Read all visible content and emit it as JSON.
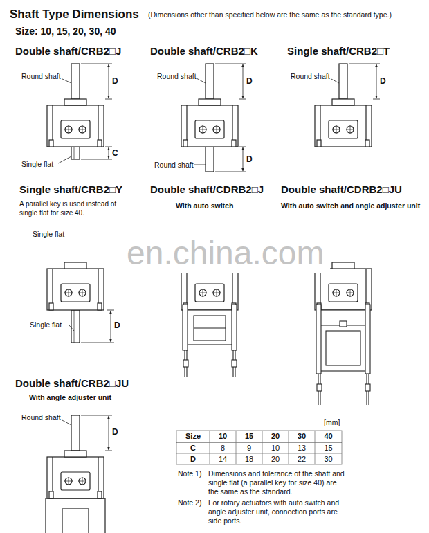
{
  "diagram": {
    "title": "Shaft Type Dimensions",
    "labels": [
      "(Dimensions other than specified below are the same as the standard type.)",
      "Size: 10, 15, 20, 30, 40",
      "Double shaft/CRB2□J",
      "Round shaft",
      "D",
      "C",
      "Single flat",
      "Double shaft/CRB2□K",
      "Round shaft",
      "D",
      "Round shaft",
      "D",
      "Single shaft/CRB2□T",
      "Round shaft",
      "D",
      "Single shaft/CRB2□Y",
      "A parallel key is used instead of single flat for size 40.",
      "Single flat",
      "Single flat",
      "D",
      "Double shaft/CDRB2□J",
      "With auto switch",
      "Double shaft/CDRB2□JU",
      "With auto switch and angle adjuster unit",
      "en.china.com",
      "Double shaft/CRB2□JU",
      "With angle adjuster unit",
      "Round shaft",
      "D",
      "[mm]",
      "Size",
      "10",
      "15",
      "20",
      "30",
      "40",
      "C",
      "8",
      "9",
      "10",
      "13",
      "15",
      "D",
      "14",
      "18",
      "20",
      "22",
      "30",
      "Note 1)",
      "Dimensions and tolerance of the shaft and single flat (a parallel key for size 40) are the same as the standard.",
      "Note 2)",
      "For rotary actuators with auto switch and angle adjuster unit, connection ports are side ports."
    ]
  }
}
